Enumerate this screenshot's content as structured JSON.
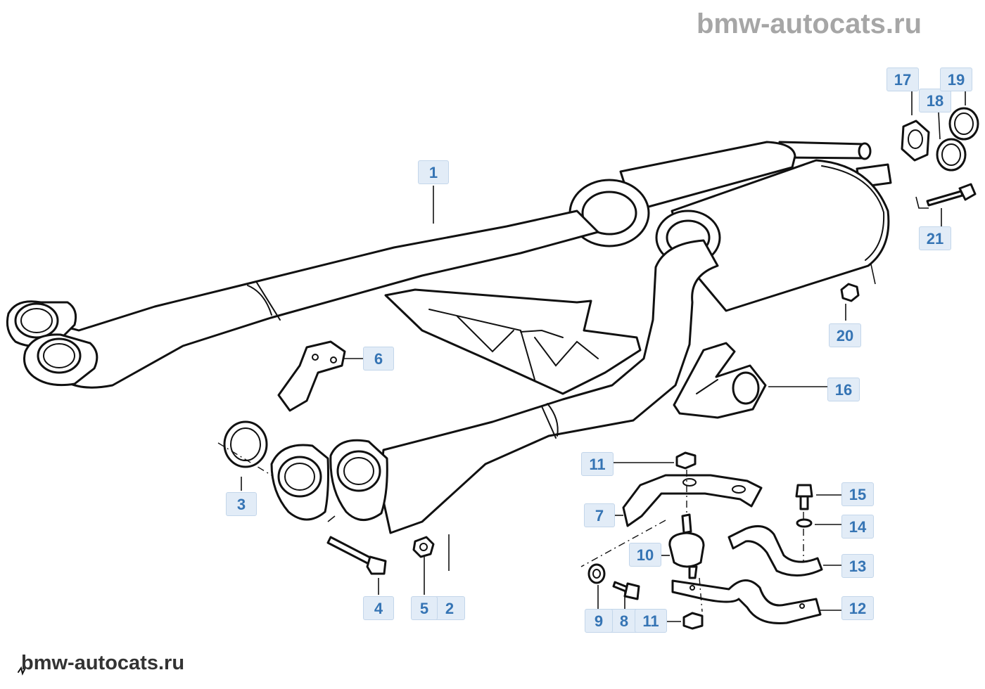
{
  "watermark": {
    "top": "bmw-autocats.ru",
    "bottom": "bmw-autocats.ru"
  },
  "callouts": [
    {
      "id": "c1",
      "label": "1"
    },
    {
      "id": "c2",
      "label": "2"
    },
    {
      "id": "c3",
      "label": "3"
    },
    {
      "id": "c4",
      "label": "4"
    },
    {
      "id": "c5",
      "label": "5"
    },
    {
      "id": "c6",
      "label": "6"
    },
    {
      "id": "c7",
      "label": "7"
    },
    {
      "id": "c8",
      "label": "8"
    },
    {
      "id": "c9",
      "label": "9"
    },
    {
      "id": "c10",
      "label": "10"
    },
    {
      "id": "c11a",
      "label": "11"
    },
    {
      "id": "c11b",
      "label": "11"
    },
    {
      "id": "c12",
      "label": "12"
    },
    {
      "id": "c13",
      "label": "13"
    },
    {
      "id": "c14",
      "label": "14"
    },
    {
      "id": "c15",
      "label": "15"
    },
    {
      "id": "c16",
      "label": "16"
    },
    {
      "id": "c17",
      "label": "17"
    },
    {
      "id": "c18",
      "label": "18"
    },
    {
      "id": "c19",
      "label": "19"
    },
    {
      "id": "c20",
      "label": "20"
    },
    {
      "id": "c21",
      "label": "21"
    }
  ],
  "colors": {
    "callout_bg": "#e2ecf7",
    "callout_text": "#3574b4",
    "line": "#111111",
    "watermark_top": "#a6a6a6"
  }
}
